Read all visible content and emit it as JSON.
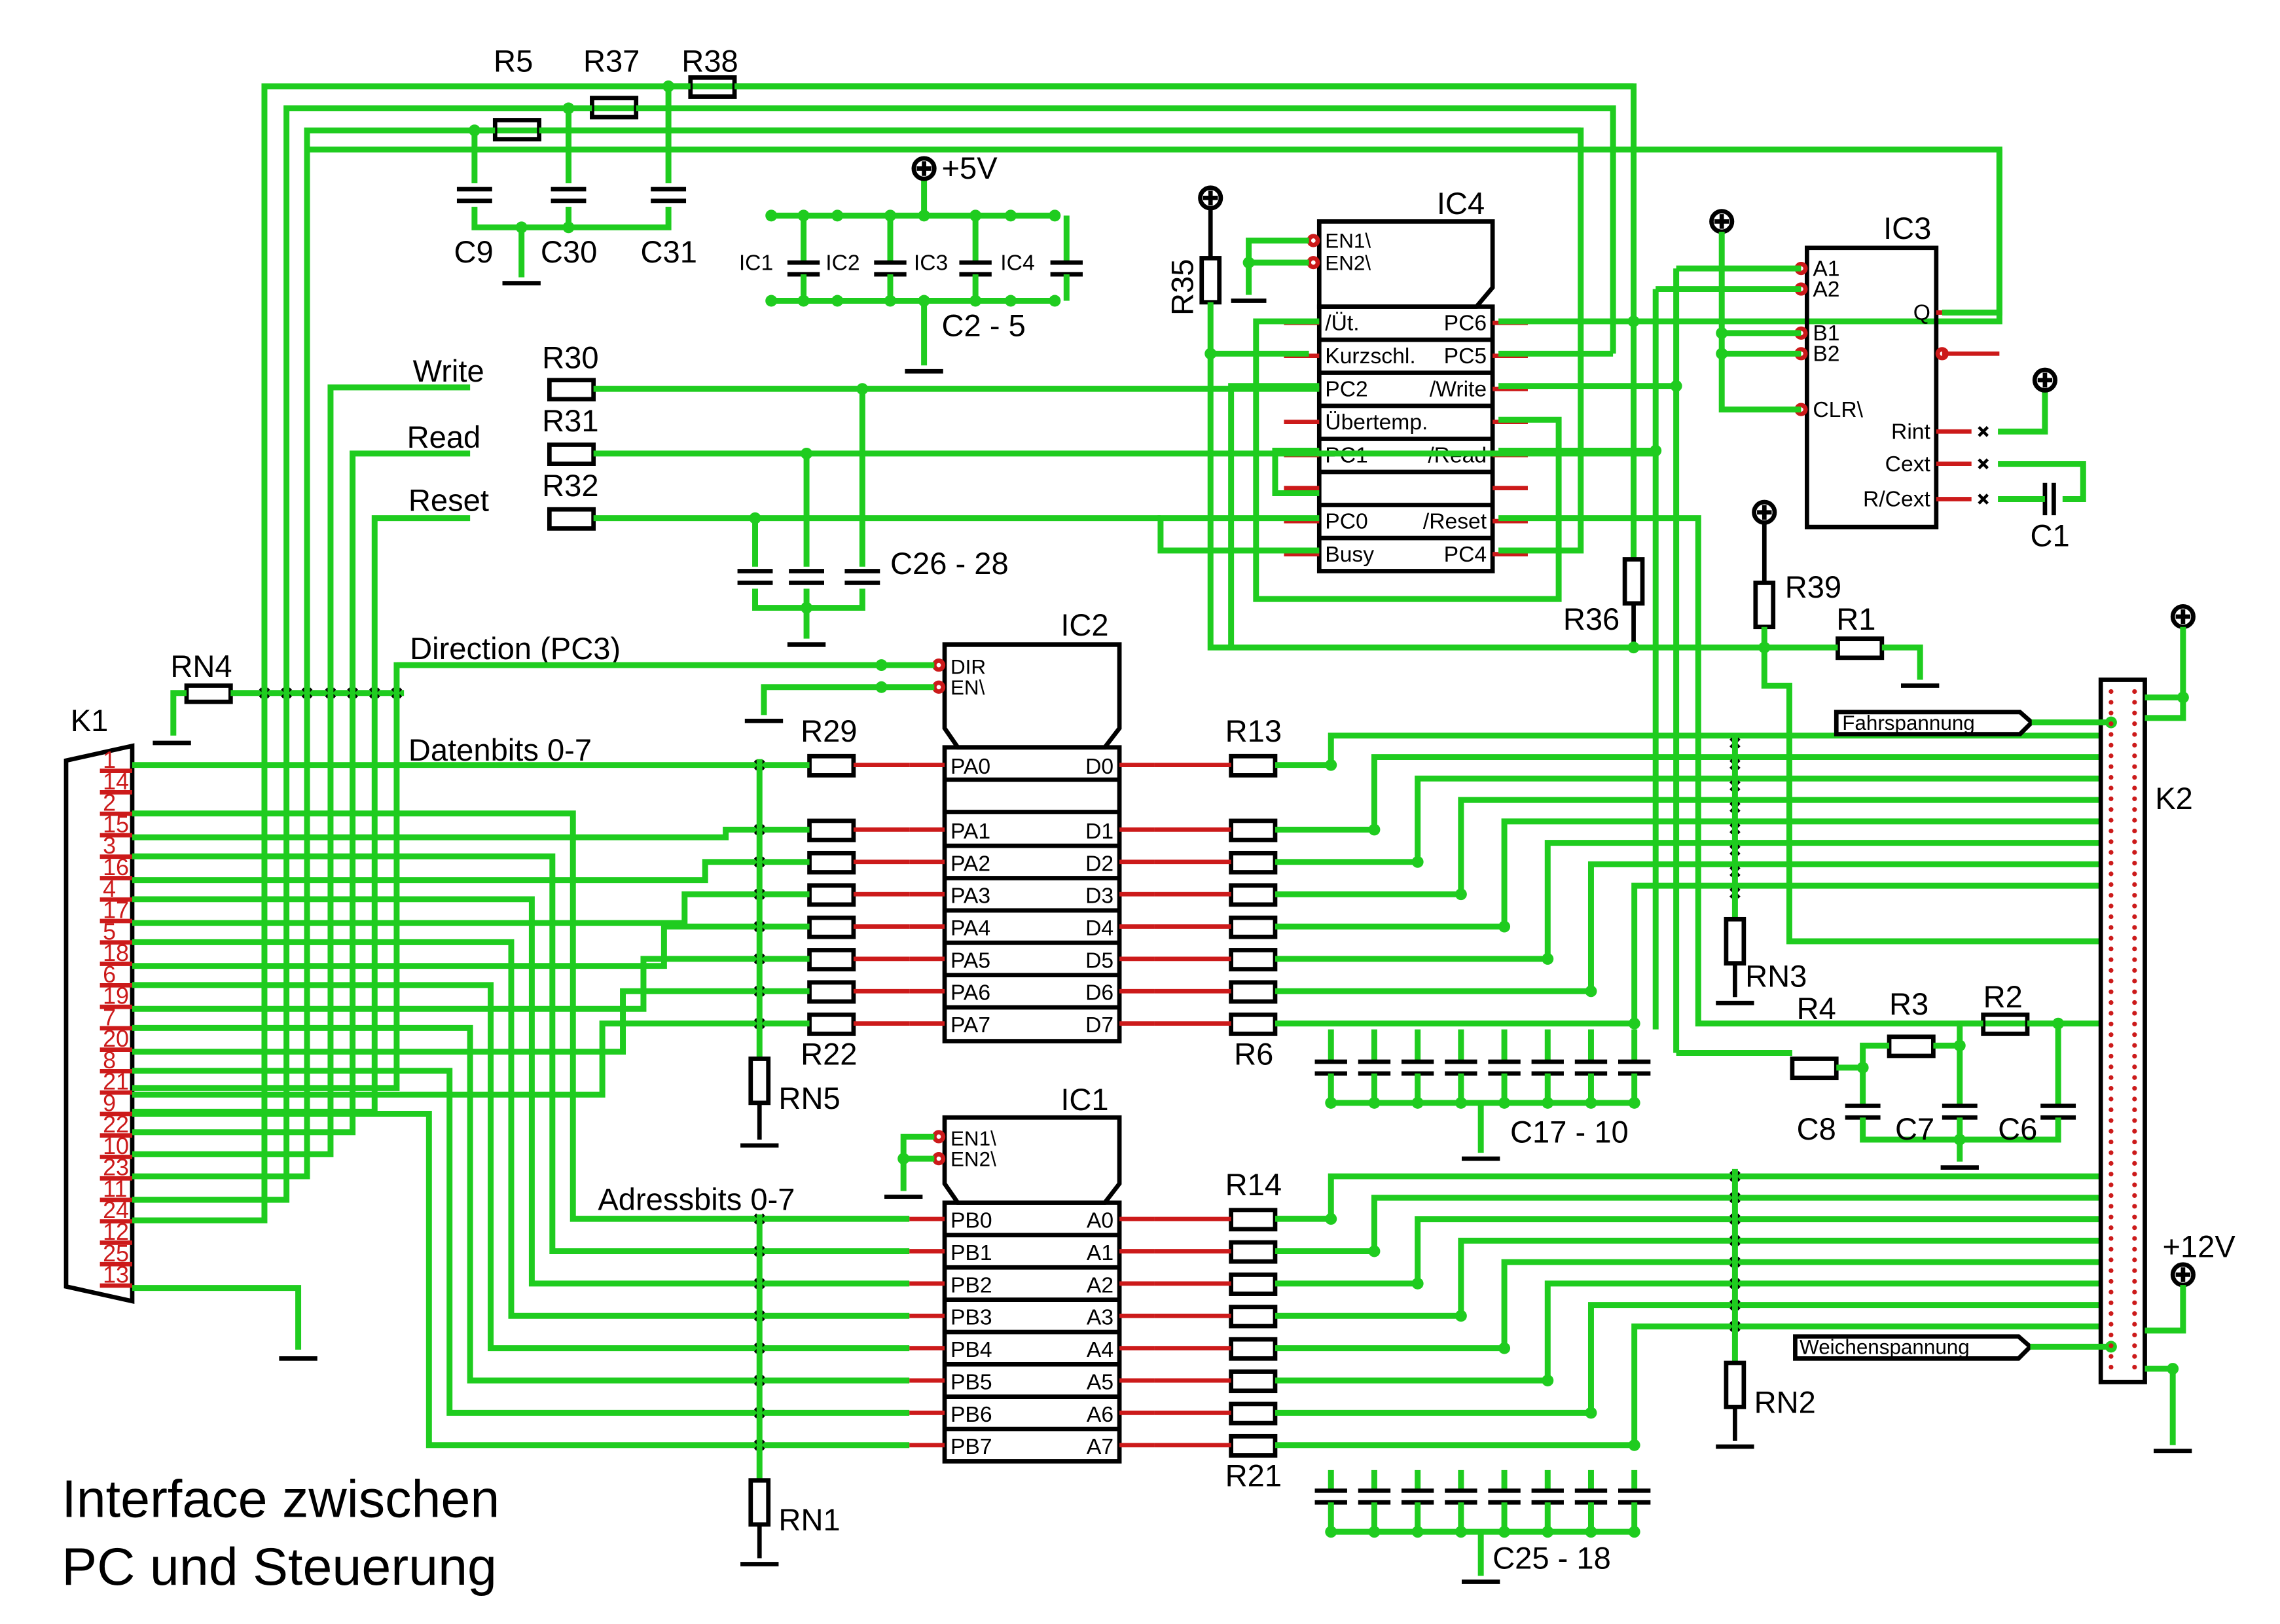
{
  "title": {
    "line1": "Interface zwischen",
    "line2": "PC und Steuerung"
  },
  "connectors": {
    "k1": "K1",
    "k2": "K2"
  },
  "power": {
    "plus5v": "+5V",
    "plus12v": "+12V"
  },
  "flags": {
    "fahrspannung": "Fahrspannung",
    "weichenspannung": "Weichenspannung"
  },
  "signals": {
    "write": "Write",
    "read": "Read",
    "reset": "Reset",
    "direction": "Direction (PC3)",
    "datenbits": "Datenbits 0-7",
    "adressbits": "Adressbits 0-7"
  },
  "components": {
    "r5": "R5",
    "r37": "R37",
    "r38": "R38",
    "c9": "C9",
    "c30": "C30",
    "c31": "C31",
    "r30": "R30",
    "r31": "R31",
    "r32": "R32",
    "c26_28": "C26 - 28",
    "c2_5": "C2 - 5",
    "rn4": "RN4",
    "rn5": "RN5",
    "rn1": "RN1",
    "rn2": "RN2",
    "rn3": "RN3",
    "r29": "R29",
    "r22": "R22",
    "r13": "R13",
    "r6": "R6",
    "r14": "R14",
    "r21": "R21",
    "r35": "R35",
    "r36": "R36",
    "r39": "R39",
    "r1": "R1",
    "r4": "R4",
    "r3": "R3",
    "r2": "R2",
    "c8": "C8",
    "c7": "C7",
    "c6": "C6",
    "c1": "C1",
    "c17_10": "C17 - 10",
    "c25_18": "C25 - 18"
  },
  "ic_small": {
    "ic1": "IC1",
    "ic2": "IC2",
    "ic3": "IC3",
    "ic4": "IC4"
  },
  "ic4": {
    "name": "IC4",
    "en1": "EN1\\",
    "en2": "EN2\\",
    "left": [
      "/Üt.",
      "Kurzschl.",
      "PC2",
      "Übertemp.",
      "PC1",
      "",
      "PC0",
      "Busy"
    ],
    "right": [
      "PC6",
      "PC5",
      "/Write",
      "",
      "/Read",
      "",
      "/Reset",
      "PC4"
    ]
  },
  "ic3": {
    "name": "IC3",
    "left": [
      "A1",
      "A2",
      "B1",
      "B2",
      "CLR\\"
    ],
    "right": [
      "Q",
      "Rint",
      "Cext",
      "R/Cext"
    ]
  },
  "ic2": {
    "name": "IC2",
    "dir": "DIR",
    "en": "EN\\",
    "left": [
      "PA0",
      "PA1",
      "PA2",
      "PA3",
      "PA4",
      "PA5",
      "PA6",
      "PA7"
    ],
    "right": [
      "D0",
      "D1",
      "D2",
      "D3",
      "D4",
      "D5",
      "D6",
      "D7"
    ]
  },
  "ic1": {
    "name": "IC1",
    "en1": "EN1\\",
    "en2": "EN2\\",
    "left": [
      "PB0",
      "PB1",
      "PB2",
      "PB3",
      "PB4",
      "PB5",
      "PB6",
      "PB7"
    ],
    "right": [
      "A0",
      "A1",
      "A2",
      "A3",
      "A4",
      "A5",
      "A6",
      "A7"
    ]
  },
  "k1_pins": [
    "1",
    "14",
    "2",
    "15",
    "3",
    "16",
    "4",
    "17",
    "5",
    "18",
    "6",
    "19",
    "7",
    "20",
    "8",
    "21",
    "9",
    "22",
    "10",
    "23",
    "11",
    "24",
    "12",
    "25",
    "13"
  ],
  "colors": {
    "wire": "#1fcc1f",
    "pin": "#cc1a1a",
    "body": "#000000",
    "background": "#ffffff"
  }
}
